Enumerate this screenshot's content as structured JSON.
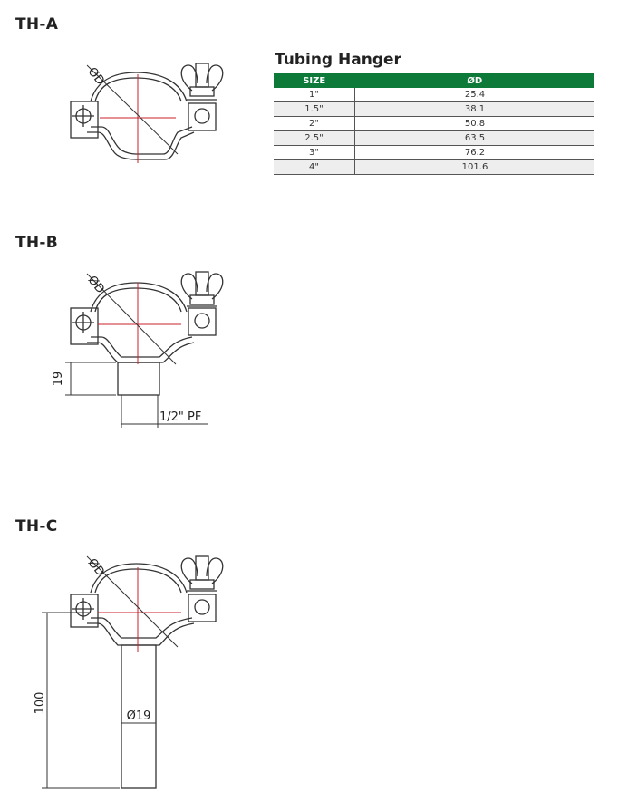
{
  "sections": [
    {
      "title": "TH-A",
      "od_label": "ØD"
    },
    {
      "title": "TH-B",
      "od_label": "ØD",
      "dim_height": "19",
      "dim_thread": "1/2\" PF"
    },
    {
      "title": "TH-C",
      "od_label": "ØD",
      "dim_length": "100",
      "dim_dia": "Ø19"
    }
  ],
  "table": {
    "title": "Tubing Hanger",
    "header": {
      "size": "SIZE",
      "od": "ØD"
    },
    "rows": [
      {
        "size": "1\"",
        "od": "25.4"
      },
      {
        "size": "1.5\"",
        "od": "38.1"
      },
      {
        "size": "2\"",
        "od": "50.8"
      },
      {
        "size": "2.5\"",
        "od": "63.5"
      },
      {
        "size": "3\"",
        "od": "76.2"
      },
      {
        "size": "4\"",
        "od": "101.6"
      }
    ],
    "header_color": "#0e7a3a"
  }
}
